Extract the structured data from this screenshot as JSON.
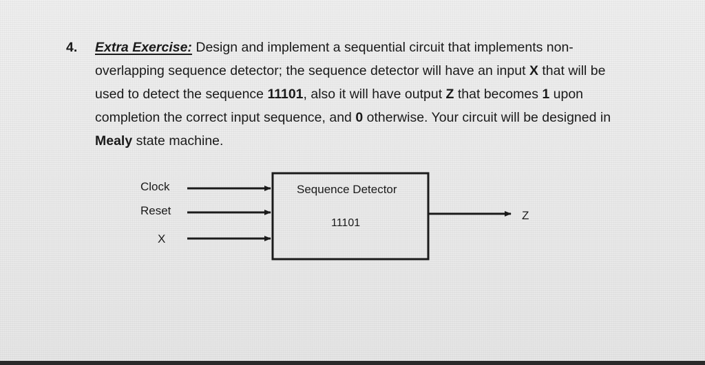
{
  "exercise": {
    "number": "4.",
    "heading": "Extra Exercise:",
    "t1": " Design and implement a sequential circuit that implements non-overlapping sequence detector; the sequence detector will have an input ",
    "input_name": "X",
    "t2": " that will be used to detect the sequence ",
    "sequence": "11101",
    "t3": ", also it will have output ",
    "output_name": "Z",
    "t4": " that becomes ",
    "one": "1",
    "t5": " upon completion the correct input sequence, and ",
    "zero": "0",
    "t6": " otherwise. Your circuit will be designed in ",
    "machine": "Mealy",
    "t7": " state machine."
  },
  "diagram": {
    "inputs": [
      "Clock",
      "Reset",
      "X"
    ],
    "box_title": "Sequence Detector",
    "box_sequence": "11101",
    "output": "Z"
  }
}
